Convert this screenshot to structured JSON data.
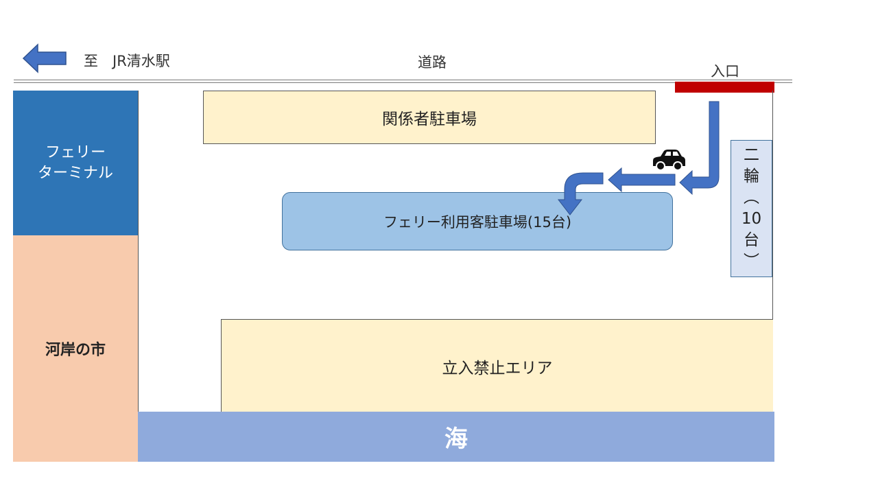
{
  "header": {
    "to_station": "至　JR清水駅",
    "road": "道路",
    "entrance": "入口"
  },
  "areas": {
    "ferry_terminal": [
      "フェリー",
      "ターミナル"
    ],
    "riverside_market": "河岸の市",
    "staff_parking": "関係者駐車場",
    "ferry_parking": "フェリー利用客駐車場(15台)",
    "bike_parking": [
      "二",
      "輪",
      "︵",
      "10",
      "台",
      "︶"
    ],
    "restricted": "立入禁止エリア",
    "sea": "海"
  },
  "colors": {
    "arrow_blue": "#4472c4",
    "entrance_red": "#c00000",
    "terminal_blue": "#2e75b6",
    "market_peach": "#f8cbad",
    "parking_yellow": "#fff2cc",
    "ferry_lot_blue": "#9dc3e6",
    "sea_blue": "#8faadc"
  },
  "icons": [
    "left-arrow-icon",
    "car-icon",
    "route-arrow-icon"
  ]
}
